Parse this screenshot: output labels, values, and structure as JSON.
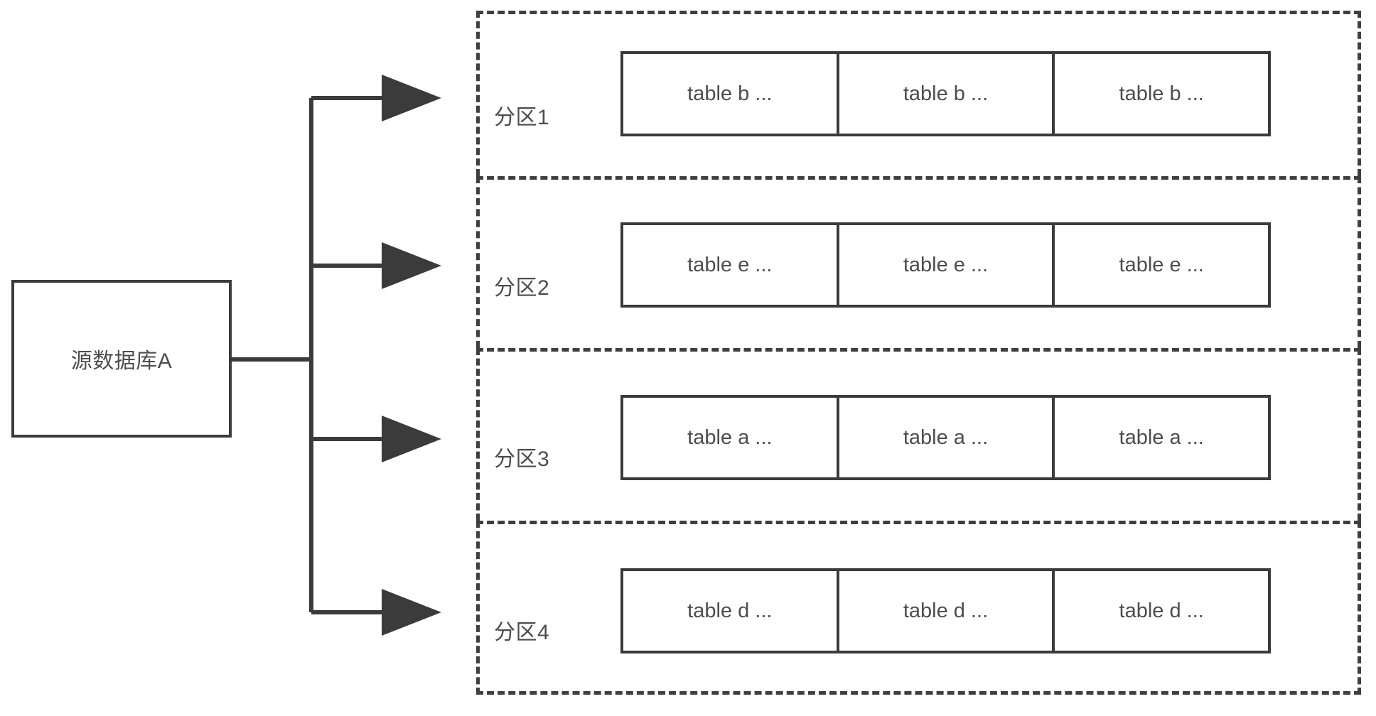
{
  "diagram": {
    "source": {
      "label": "源数据库A"
    },
    "arrows": [
      {
        "name": "arrow-to-partition-1"
      },
      {
        "name": "arrow-to-partition-2"
      },
      {
        "name": "arrow-to-partition-3"
      },
      {
        "name": "arrow-to-partition-4"
      }
    ],
    "partitions": [
      {
        "label": "分区1",
        "cells": [
          "table b ...",
          "table b ...",
          "table b ..."
        ]
      },
      {
        "label": "分区2",
        "cells": [
          "table e ...",
          "table e ...",
          "table e ..."
        ]
      },
      {
        "label": "分区3",
        "cells": [
          "table a ...",
          "table a ...",
          "table a ..."
        ]
      },
      {
        "label": "分区4",
        "cells": [
          "table d ...",
          "table d ...",
          "table d ..."
        ]
      }
    ],
    "colors": {
      "stroke": "#3b3b3b",
      "dashed_stroke": "#3f3f3f",
      "text": "#4d4d4d",
      "background": "#ffffff"
    }
  }
}
